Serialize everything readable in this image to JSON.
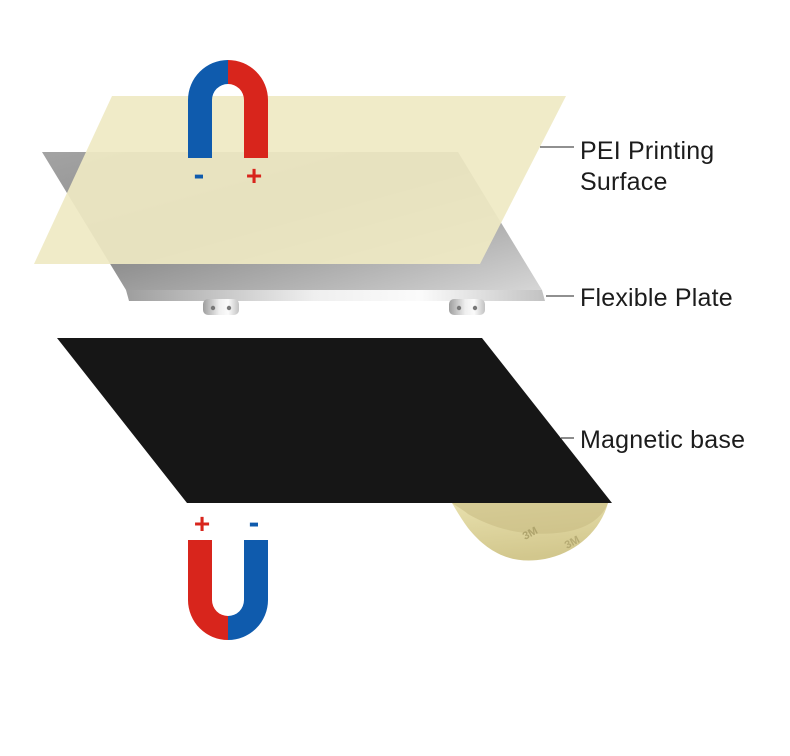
{
  "diagram": {
    "labels": {
      "pei": "PEI Printing Surface",
      "flexible": "Flexible Plate",
      "magnetic": "Magnetic base"
    },
    "magnets": {
      "top": {
        "left_sign": "-",
        "right_sign": "+"
      },
      "bottom": {
        "left_sign": "+",
        "right_sign": "-"
      }
    },
    "curl_brand": "3M",
    "colors": {
      "pei_sheet": "#efe9c3",
      "magnet_blue": "#0f5bad",
      "magnet_red": "#d8251c",
      "base_black": "#161616",
      "curl_beige": "#ddd29a",
      "label_text": "#1c1c1c",
      "leader_line": "#4d4d4d",
      "sign_red": "#d8251c",
      "sign_blue": "#0f5bad"
    }
  }
}
